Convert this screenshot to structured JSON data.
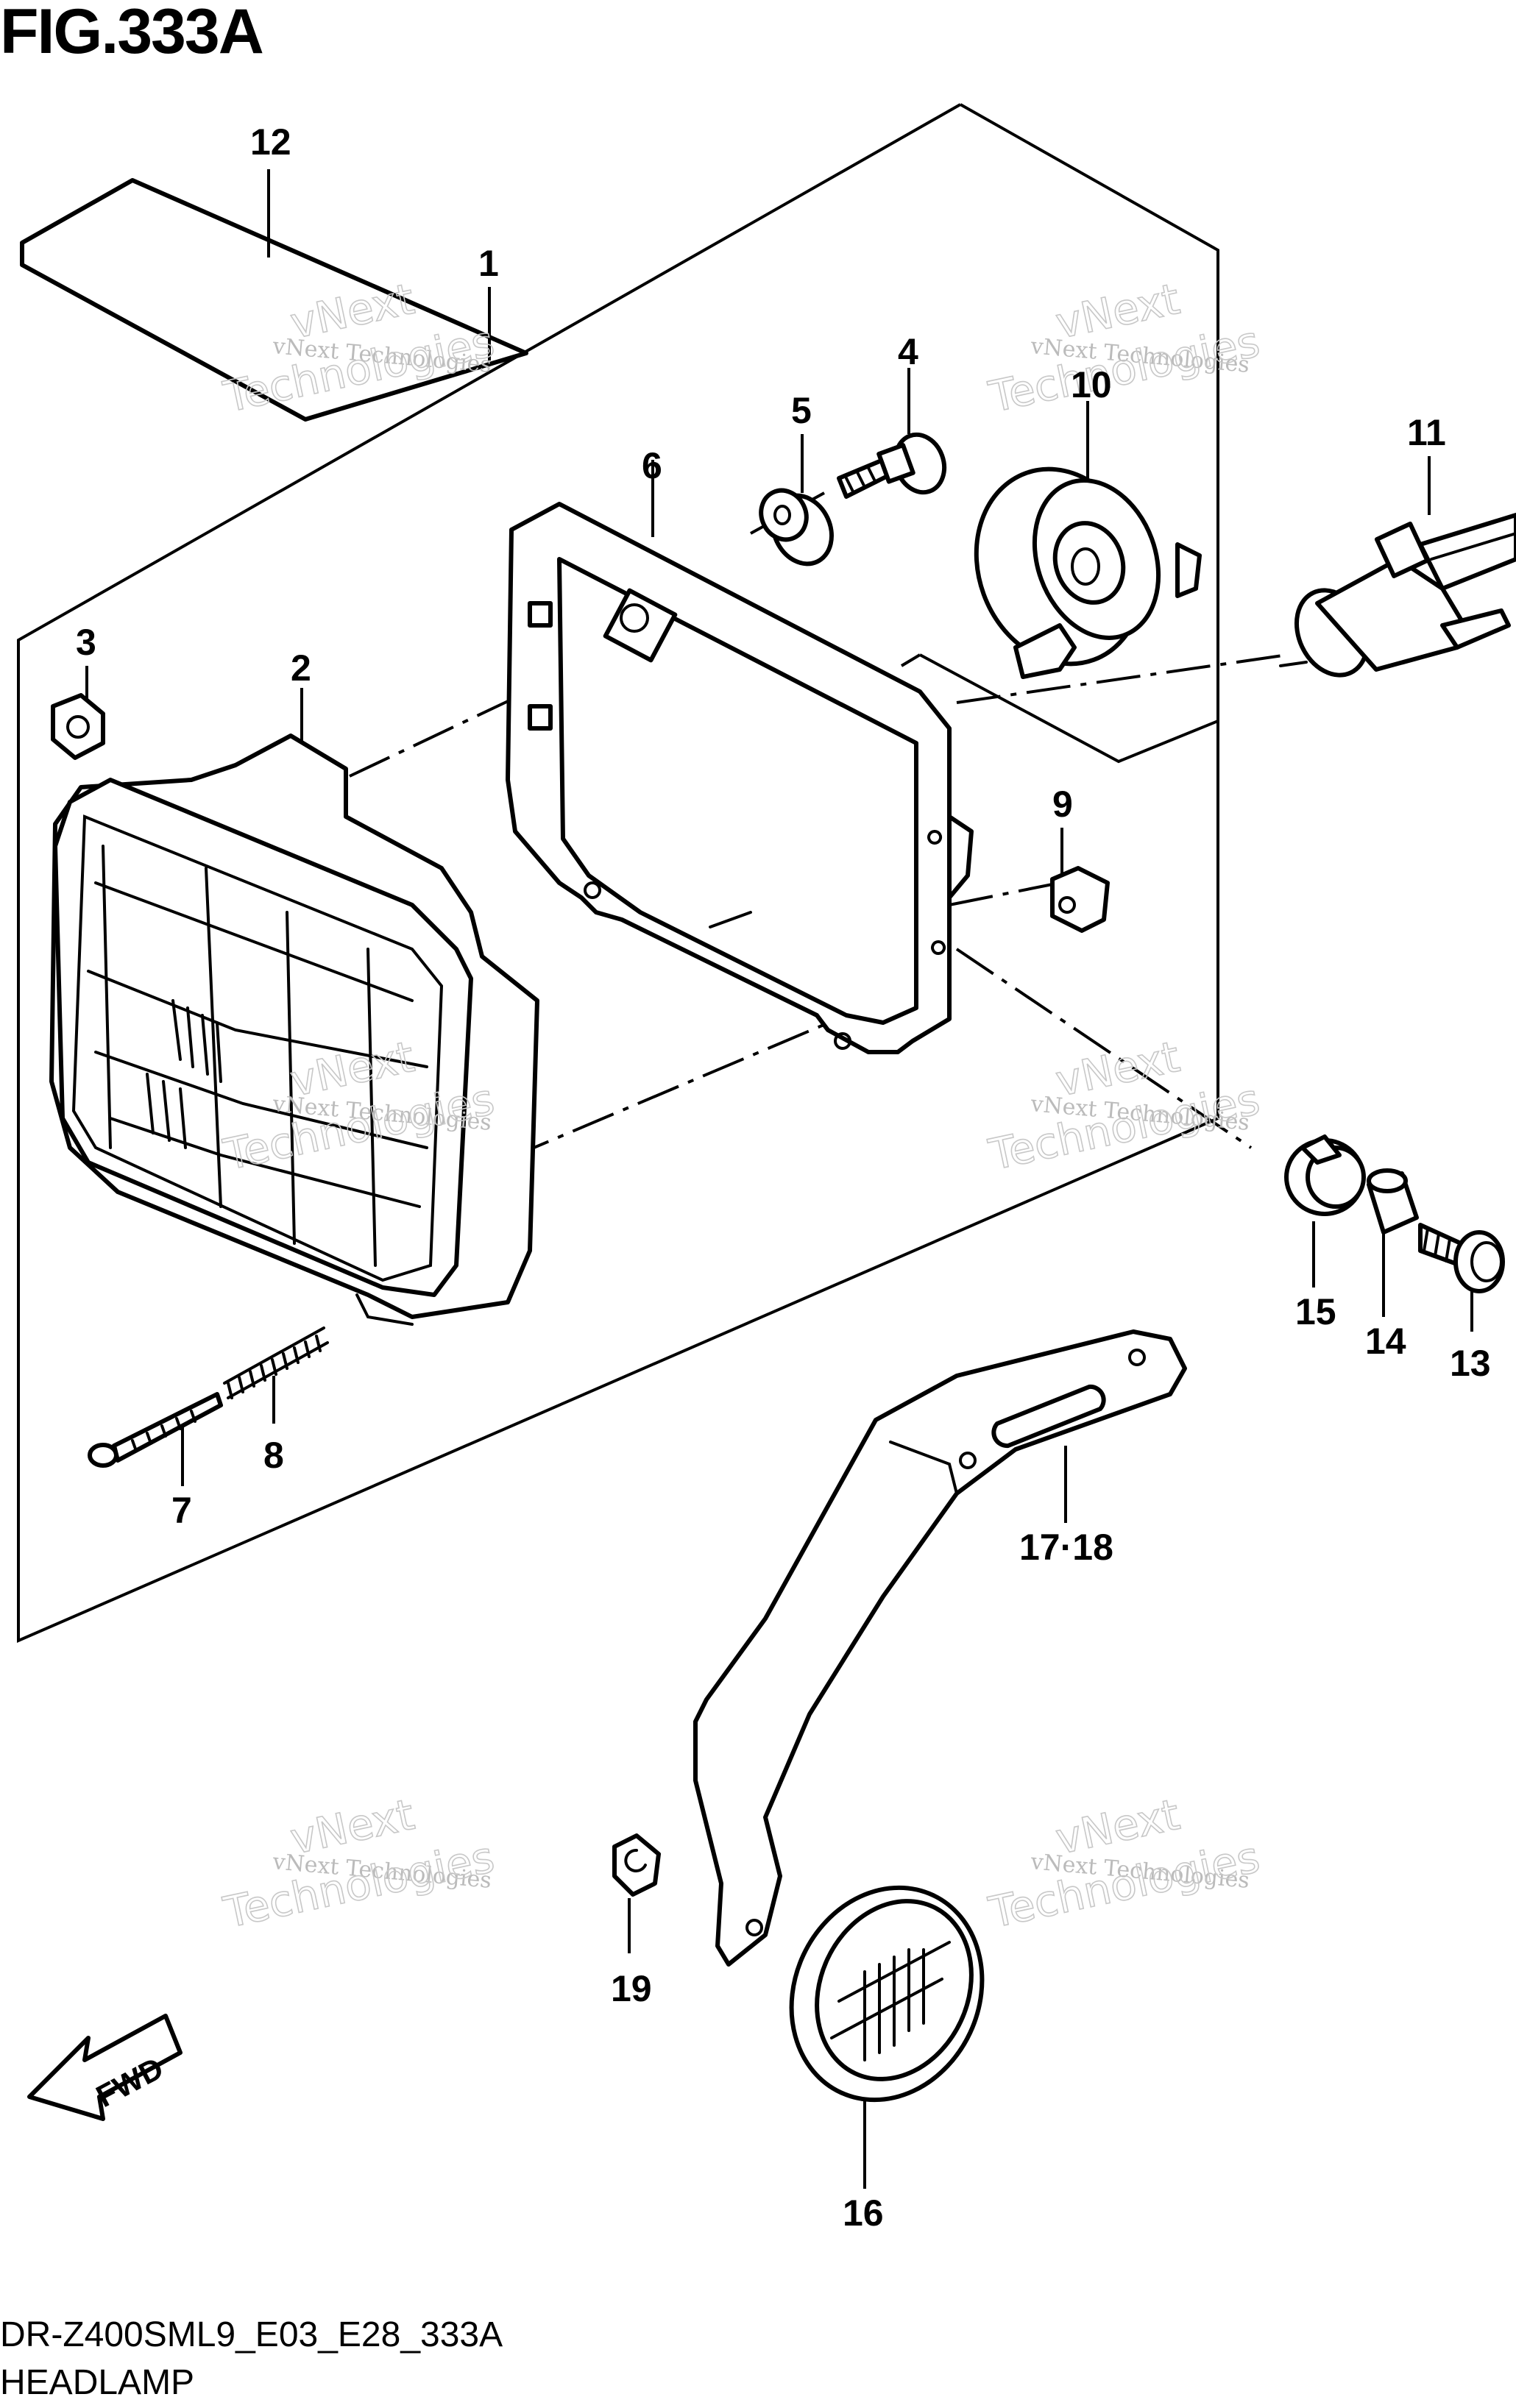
{
  "figure": {
    "title": "FIG.333A",
    "model_code": "DR-Z400SML9_E03_E28_333A",
    "caption": "HEADLAMP"
  },
  "direction_marker": "FWD",
  "watermark": {
    "line1": "vNext Technologies",
    "line2": "vNext",
    "line3": "Technologies"
  },
  "callouts": {
    "c1": "1",
    "c2": "2",
    "c3": "3",
    "c4": "4",
    "c5": "5",
    "c6": "6",
    "c7": "7",
    "c8": "8",
    "c9": "9",
    "c10": "10",
    "c11": "11",
    "c12": "12",
    "c13": "13",
    "c14": "14",
    "c15": "15",
    "c16": "16",
    "c17_18": "17·18",
    "c19": "19"
  }
}
